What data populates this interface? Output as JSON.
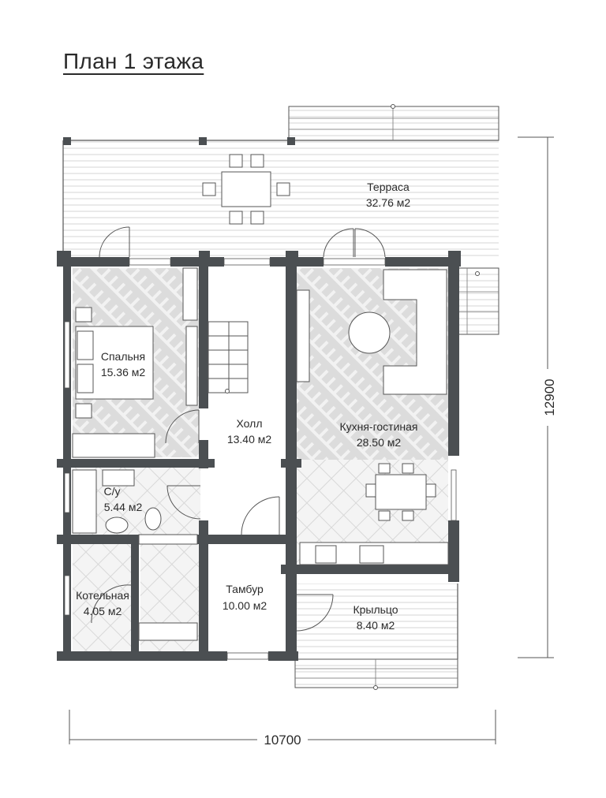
{
  "title": "План 1 этажа",
  "rooms": {
    "terrace": {
      "name": "Терраса",
      "area": "32.76 м2"
    },
    "bedroom": {
      "name": "Спальня",
      "area": "15.36 м2"
    },
    "hall": {
      "name": "Холл",
      "area": "13.40 м2"
    },
    "kitchen": {
      "name": "Кухня-гостиная",
      "area": "28.50 м2"
    },
    "bathroom": {
      "name": "С/у",
      "area": "5.44 м2"
    },
    "boiler": {
      "name": "Котельная",
      "area": "4.05 м2"
    },
    "vestibule": {
      "name": "Тамбур",
      "area": "10.00 м2"
    },
    "porch": {
      "name": "Крыльцо",
      "area": "8.40 м2"
    }
  },
  "dimensions": {
    "width": "10700",
    "height": "12900"
  }
}
